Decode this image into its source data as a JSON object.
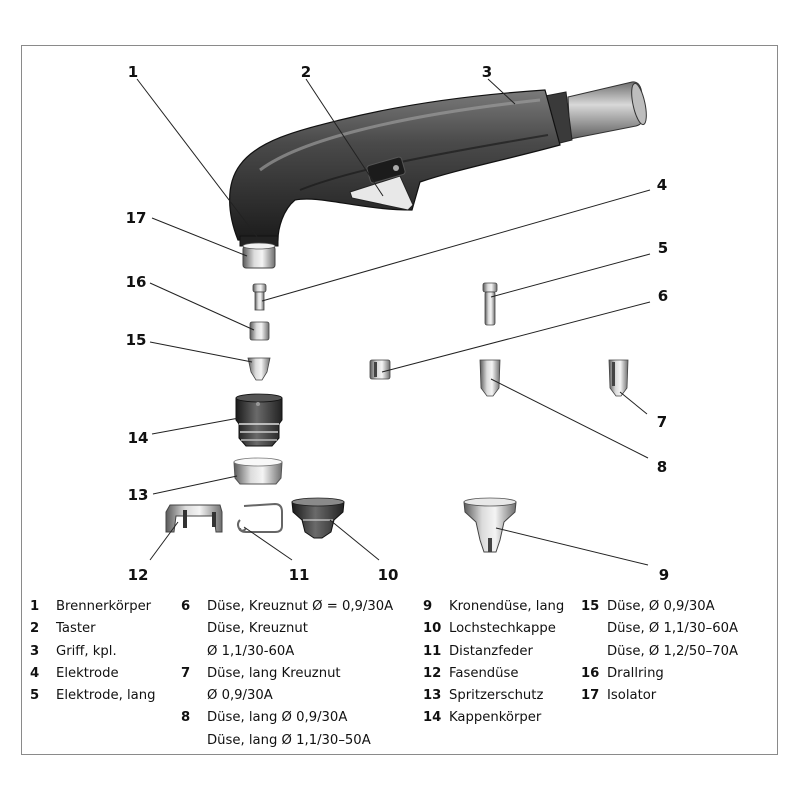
{
  "callouts": [
    {
      "n": "1"
    },
    {
      "n": "2"
    },
    {
      "n": "3"
    },
    {
      "n": "4"
    },
    {
      "n": "5"
    },
    {
      "n": "6"
    },
    {
      "n": "7"
    },
    {
      "n": "8"
    },
    {
      "n": "9"
    },
    {
      "n": "10"
    },
    {
      "n": "11"
    },
    {
      "n": "12"
    },
    {
      "n": "13"
    },
    {
      "n": "14"
    },
    {
      "n": "15"
    },
    {
      "n": "16"
    },
    {
      "n": "17"
    }
  ],
  "legend": {
    "col1": [
      {
        "n": "1",
        "lines": [
          "Brennerkörper"
        ]
      },
      {
        "n": "2",
        "lines": [
          "Taster"
        ]
      },
      {
        "n": "3",
        "lines": [
          "Griff, kpl."
        ]
      },
      {
        "n": "4",
        "lines": [
          "Elektrode"
        ]
      },
      {
        "n": "5",
        "lines": [
          "Elektrode, lang"
        ]
      }
    ],
    "col2": [
      {
        "n": "6",
        "lines": [
          "Düse, Kreuznut Ø = 0,9/30A",
          "Düse, Kreuznut",
          "Ø 1,1/30-60A"
        ]
      },
      {
        "n": "7",
        "lines": [
          "Düse, lang Kreuznut",
          "Ø 0,9/30A"
        ]
      },
      {
        "n": "8",
        "lines": [
          "Düse, lang Ø 0,9/30A",
          "Düse, lang Ø 1,1/30–50A"
        ]
      }
    ],
    "col3": [
      {
        "n": "9",
        "lines": [
          "Kronendüse, lang"
        ]
      },
      {
        "n": "10",
        "lines": [
          "Lochstechkappe"
        ]
      },
      {
        "n": "11",
        "lines": [
          "Distanzfeder"
        ]
      },
      {
        "n": "12",
        "lines": [
          "Fasendüse"
        ]
      },
      {
        "n": "13",
        "lines": [
          "Spritzerschutz"
        ]
      },
      {
        "n": "14",
        "lines": [
          "Kappenkörper"
        ]
      }
    ],
    "col4": [
      {
        "n": "15",
        "lines": [
          "Düse, Ø 0,9/30A",
          "Düse, Ø 1,1/30–60A",
          "Düse, Ø 1,2/50–70A"
        ]
      },
      {
        "n": "16",
        "lines": [
          "Drallring"
        ]
      },
      {
        "n": "17",
        "lines": [
          "Isolator"
        ]
      }
    ]
  }
}
